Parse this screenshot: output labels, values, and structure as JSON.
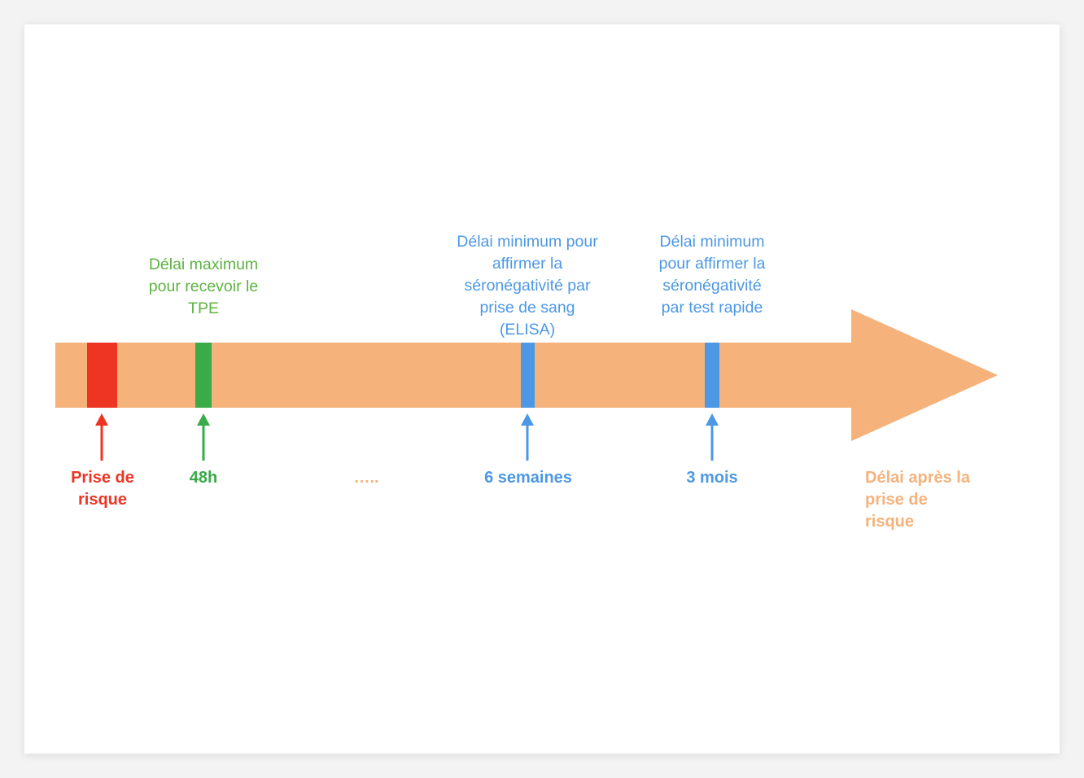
{
  "colors": {
    "axis": "#f5b27b",
    "red": "#ee3524",
    "green_marker": "#3aab49",
    "green_text": "#5db342",
    "blue": "#4c98e4"
  },
  "timeline": {
    "axis_label": "Délai après la\nprise de\nrisque",
    "ellipsis": "…..",
    "events": [
      {
        "id": "risque",
        "label": "Prise de\nrisque",
        "description": ""
      },
      {
        "id": "tpe",
        "label": "48h",
        "description": "Délai maximum\npour recevoir le\nTPE"
      },
      {
        "id": "elisa",
        "label": "6 semaines",
        "description": "Délai minimum pour\naffirmer la\nséronégativité par\nprise de sang\n(ELISA)"
      },
      {
        "id": "rapide",
        "label": "3 mois",
        "description": "Délai minimum\npour affirmer la\nséronégativité\npar test rapide"
      }
    ]
  }
}
